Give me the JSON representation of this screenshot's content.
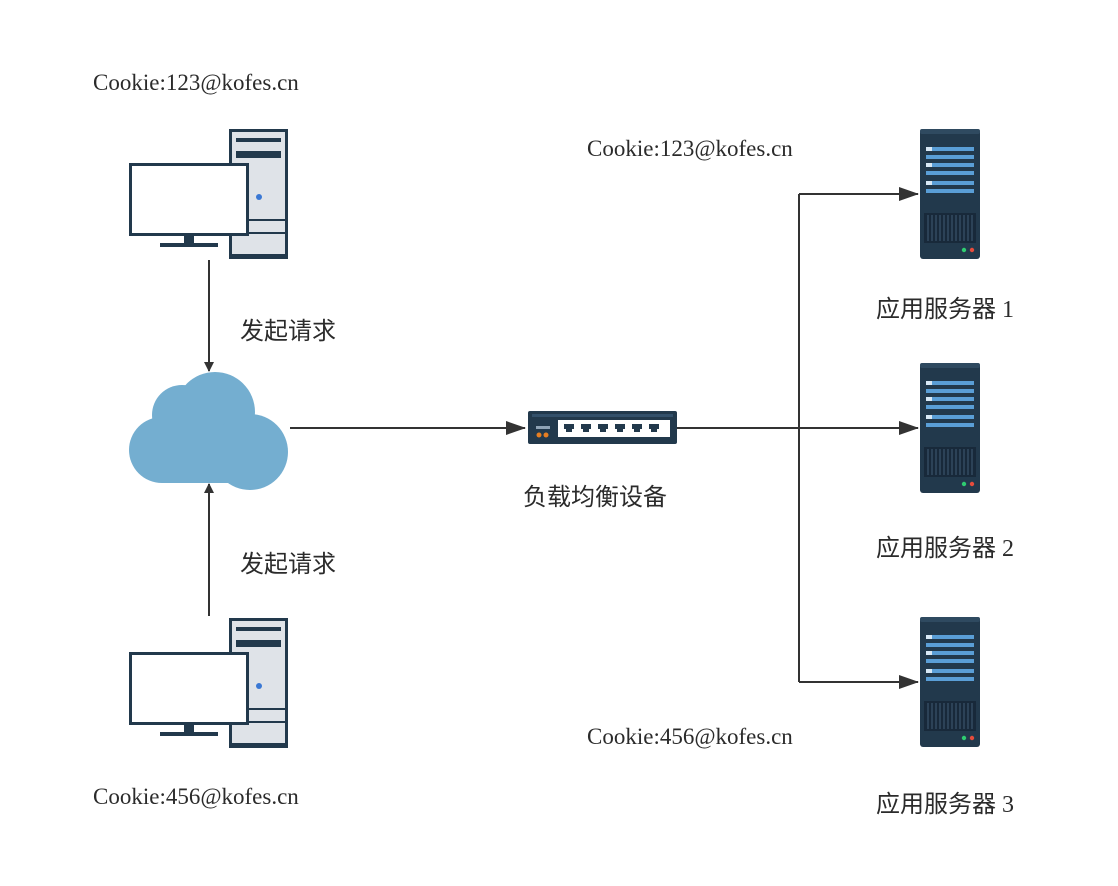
{
  "labels": {
    "cookie_top_left": "Cookie:123@kofes.cn",
    "cookie_top_center": "Cookie:123@kofes.cn",
    "cookie_bottom_left": "Cookie:456@kofes.cn",
    "cookie_bottom_center": "Cookie:456@kofes.cn",
    "request_top": "发起请求",
    "request_bottom": "发起请求",
    "load_balancer": "负载均衡设备",
    "server_1": "应用服务器 1",
    "server_2": "应用服务器 2",
    "server_3": "应用服务器 3"
  },
  "icons": {
    "client_top": "desktop-computer-icon",
    "client_bottom": "desktop-computer-icon",
    "internet": "cloud-icon",
    "load_balancer": "network-switch-icon",
    "server_1": "rack-server-icon",
    "server_2": "rack-server-icon",
    "server_3": "rack-server-icon"
  },
  "colors": {
    "line": "#333333",
    "cloud": "#74aed0",
    "device_dark": "#22394c",
    "server_stripe": "#5a9ed6",
    "pc_light": "#dfe3e8",
    "pc_led": "#3a78d4"
  }
}
